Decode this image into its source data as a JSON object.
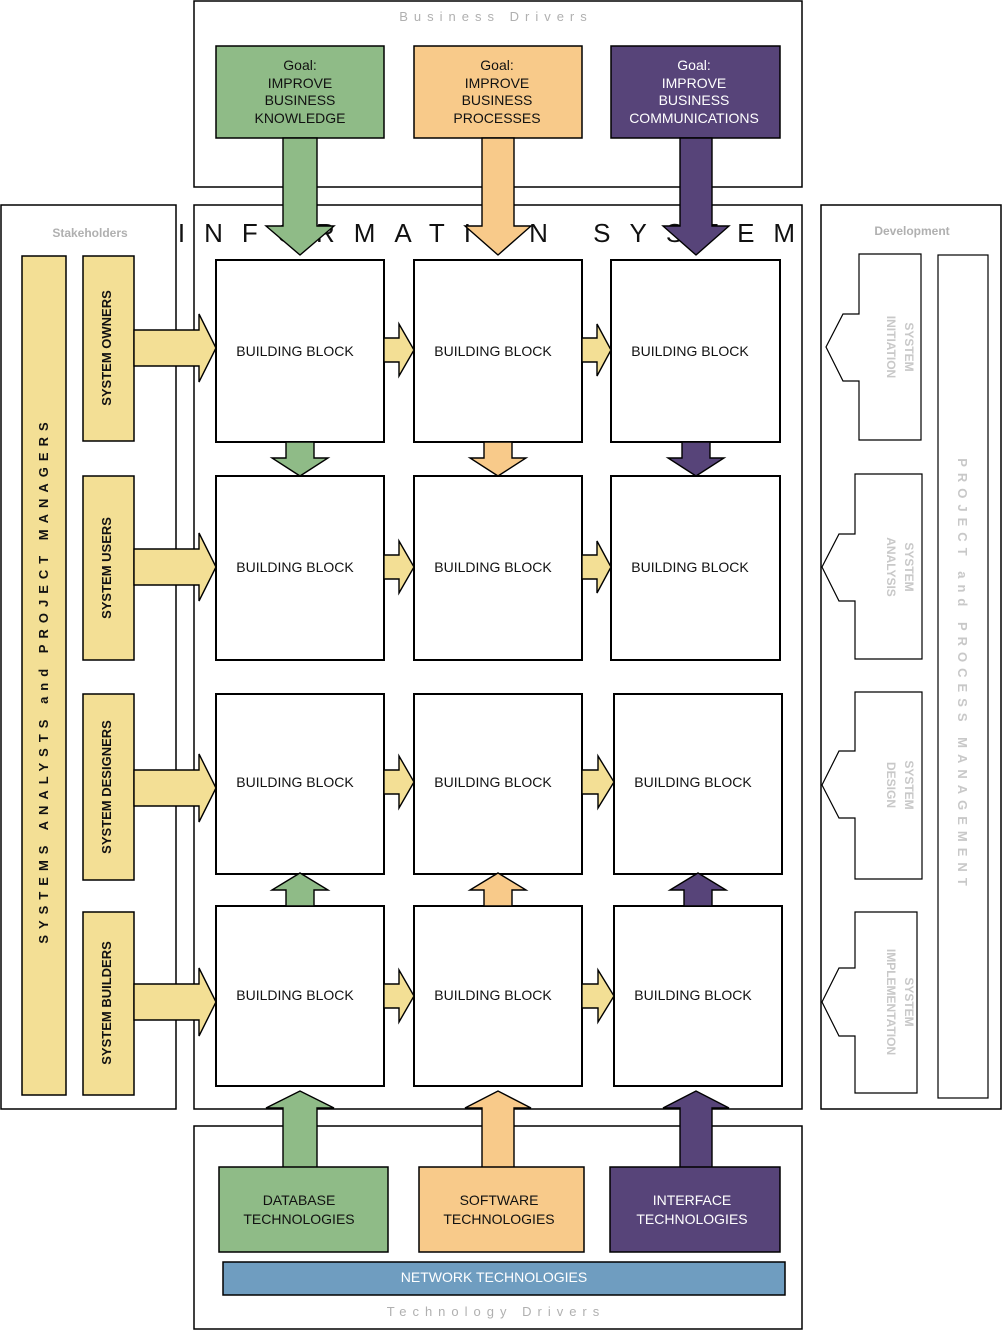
{
  "colors": {
    "knowledge": "#8fbb87",
    "processes": "#f8ca8a",
    "communications": "#574479",
    "stakeholder": "#f3df95",
    "network": "#6f9dc0",
    "caption": "#b0b0b0"
  },
  "business_drivers": {
    "caption": "Business Drivers",
    "goals": [
      {
        "line1": "Goal:",
        "line2": "IMPROVE",
        "line3": "BUSINESS",
        "line4": "KNOWLEDGE"
      },
      {
        "line1": "Goal:",
        "line2": "IMPROVE",
        "line3": "BUSINESS",
        "line4": "PROCESSES"
      },
      {
        "line1": "Goal:",
        "line2": "IMPROVE",
        "line3": "BUSINESS",
        "line4": "COMMUNICATIONS"
      }
    ]
  },
  "information_system": {
    "title": "INFORMATION SYSTEM",
    "block_label": "BUILDING BLOCK"
  },
  "stakeholders": {
    "caption": "Stakeholders",
    "group_label": "SYSTEMS ANALYSTS and PROJECT MANAGERS",
    "roles": [
      "SYSTEM OWNERS",
      "SYSTEM USERS",
      "SYSTEM DESIGNERS",
      "SYSTEM BUILDERS"
    ]
  },
  "development": {
    "caption": "Development",
    "management_label": "PROJECT and PROCESS MANAGEMENT",
    "phases": [
      {
        "line1": "SYSTEM",
        "line2": "INITIATION"
      },
      {
        "line1": "SYSTEM",
        "line2": "ANALYSIS"
      },
      {
        "line1": "SYSTEM",
        "line2": "DESIGN"
      },
      {
        "line1": "SYSTEM",
        "line2": "IMPLEMENTATION"
      }
    ]
  },
  "technology_drivers": {
    "caption": "Technology Drivers",
    "technologies": [
      {
        "line1": "DATABASE",
        "line2": "TECHNOLOGIES"
      },
      {
        "line1": "SOFTWARE",
        "line2": "TECHNOLOGIES"
      },
      {
        "line1": "INTERFACE",
        "line2": "TECHNOLOGIES"
      }
    ],
    "network": "NETWORK TECHNOLOGIES"
  }
}
